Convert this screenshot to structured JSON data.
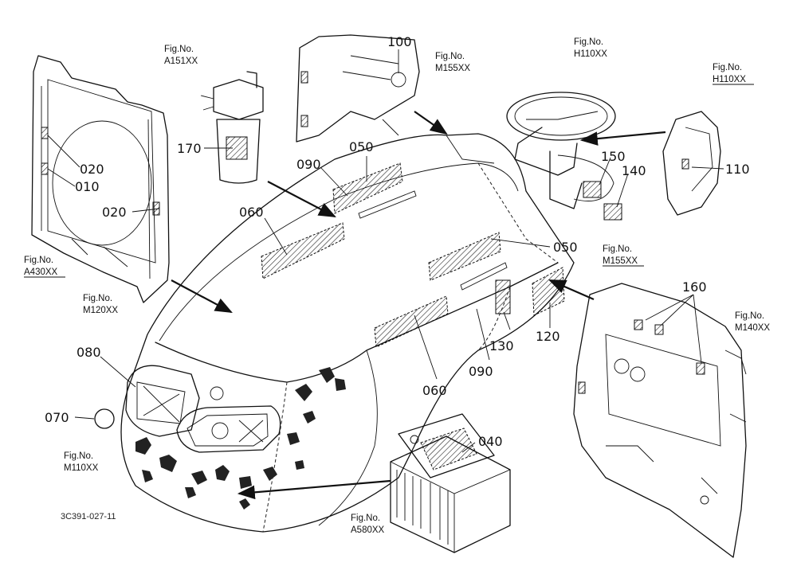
{
  "doc_id": "3C391-027-11",
  "callouts": {
    "c010": "010",
    "c020a": "020",
    "c020b": "020",
    "c040": "040",
    "c050a": "050",
    "c050b": "050",
    "c060a": "060",
    "c060b": "060",
    "c070": "070",
    "c080": "080",
    "c090a": "090",
    "c090b": "090",
    "c100": "100",
    "c110": "110",
    "c120": "120",
    "c130": "130",
    "c140": "140",
    "c150": "150",
    "c160": "160",
    "c170": "170"
  },
  "figrefs": {
    "fig_prefix": "Fig.No.",
    "a151": "A151XX",
    "a430": "A430XX",
    "m120": "M120XX",
    "m110": "M110XX",
    "a580": "A580XX",
    "m155a": "M155XX",
    "m155b": "M155XX",
    "h110a": "H110XX",
    "h110b": "H110XX",
    "m140": "M140XX"
  }
}
